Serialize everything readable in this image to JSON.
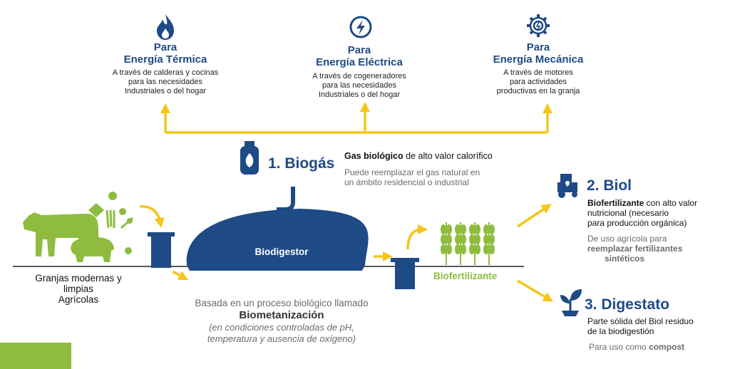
{
  "colors": {
    "navy": "#1e4a86",
    "green": "#8fbc3f",
    "yellow": "#f5c518",
    "grey": "#6b6b6b"
  },
  "top": {
    "termica": {
      "pre": "Para",
      "title": "Energía Térmica",
      "desc": [
        "A través de calderas y cocinas",
        "para las necesidades",
        "Industriales o del hogar"
      ],
      "icon": "flame-icon"
    },
    "electrica": {
      "pre": "Para",
      "title": "Energía Eléctrica",
      "desc": [
        "A través de cogeneradores",
        "para las necesidades",
        "Industriales o del hogar"
      ],
      "icon": "lightning-icon"
    },
    "mecanica": {
      "pre": "Para",
      "title": "Energía Mecánica",
      "desc": [
        "A través de motores",
        "para actividades",
        "productivas en la granja"
      ],
      "icon": "gear-icon"
    }
  },
  "biogas": {
    "title": "1. Biogás",
    "bold": "Gas biológico",
    "rest": " de alto valor calorífico",
    "desc": [
      "Puede reemplazar el gas natural en",
      "un ámbito residencial o industrial"
    ]
  },
  "biol": {
    "title": "2. Biol",
    "bold": "Biofertilizante",
    "rest": " con alto valor",
    "lines": [
      "nutricional (necesario",
      "para producción orgánica)"
    ],
    "use": "De uso agrícola para",
    "use_bold": [
      "reemplazar fertilizantes",
      "sintéticos"
    ]
  },
  "digestato": {
    "title": "3. Digestato",
    "lines": [
      "Parte sólida del Biol residuo",
      "de la biodigestión"
    ],
    "use": "Para uso como ",
    "use_bold": "compost"
  },
  "farm": {
    "lines": [
      "Granjas modernas y",
      "limpias",
      "Agrícolas"
    ]
  },
  "digester": {
    "label": "Biodigestor"
  },
  "biofert": {
    "label": "Biofertilizante"
  },
  "process": {
    "line1": "Basada en un proceso biológico llamado",
    "title": "Biometanización",
    "conditions": [
      "(en condiciones controladas de pH,",
      "temperatura y ausencia de oxígeno)"
    ]
  }
}
